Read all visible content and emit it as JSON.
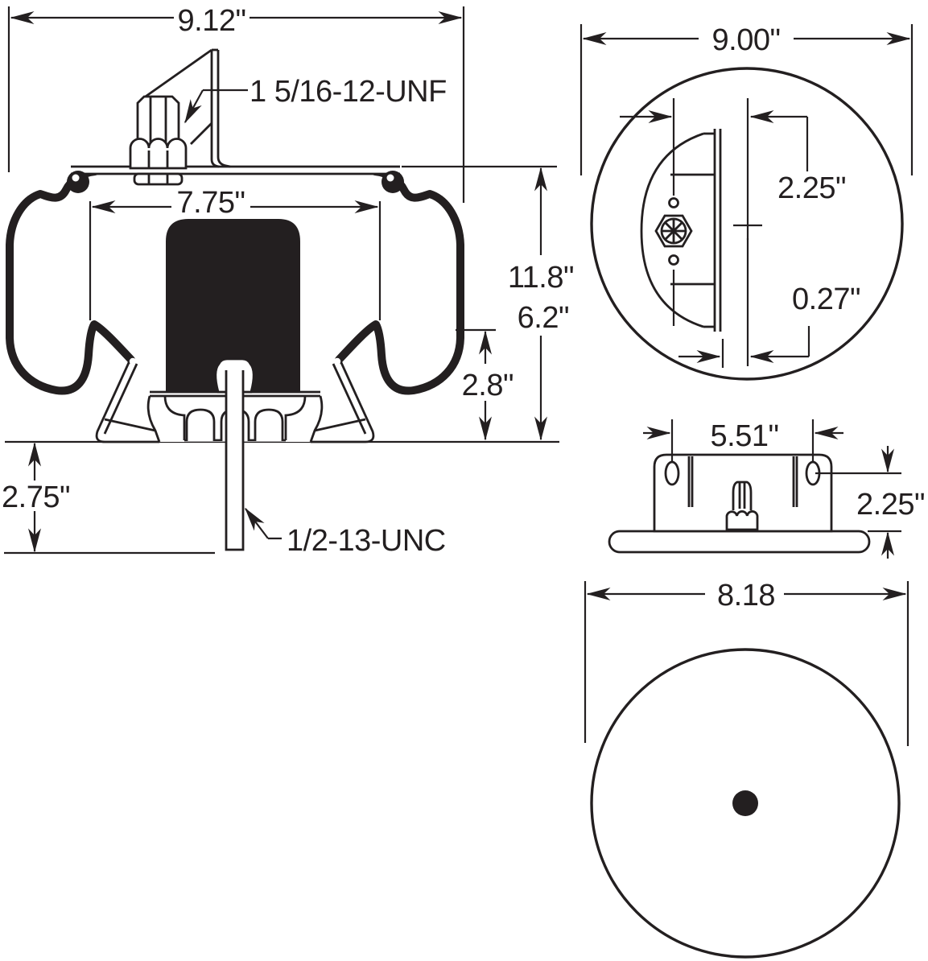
{
  "ink_color": "#231f20",
  "background_color": "#ffffff",
  "views": {
    "side": {
      "top_plate_width": "9.12\"",
      "upper_stud_thread": "1 5/16-12-UNF",
      "bellows_inner_width": "7.75\"",
      "overall_height": "11.8\"",
      "mid_height": "6.2\"",
      "piston_height": "2.8\"",
      "lower_stud_length": "2.75\"",
      "lower_stud_thread": "1/2-13-UNC"
    },
    "top": {
      "plate_diameter": "9.00\"",
      "fitting_offset": "2.25\"",
      "plate_edge_offset": "0.27\""
    },
    "bracket": {
      "slot_spacing": "5.51\"",
      "bracket_height": "2.25\""
    },
    "bottom": {
      "piston_diameter": "8.18"
    }
  }
}
